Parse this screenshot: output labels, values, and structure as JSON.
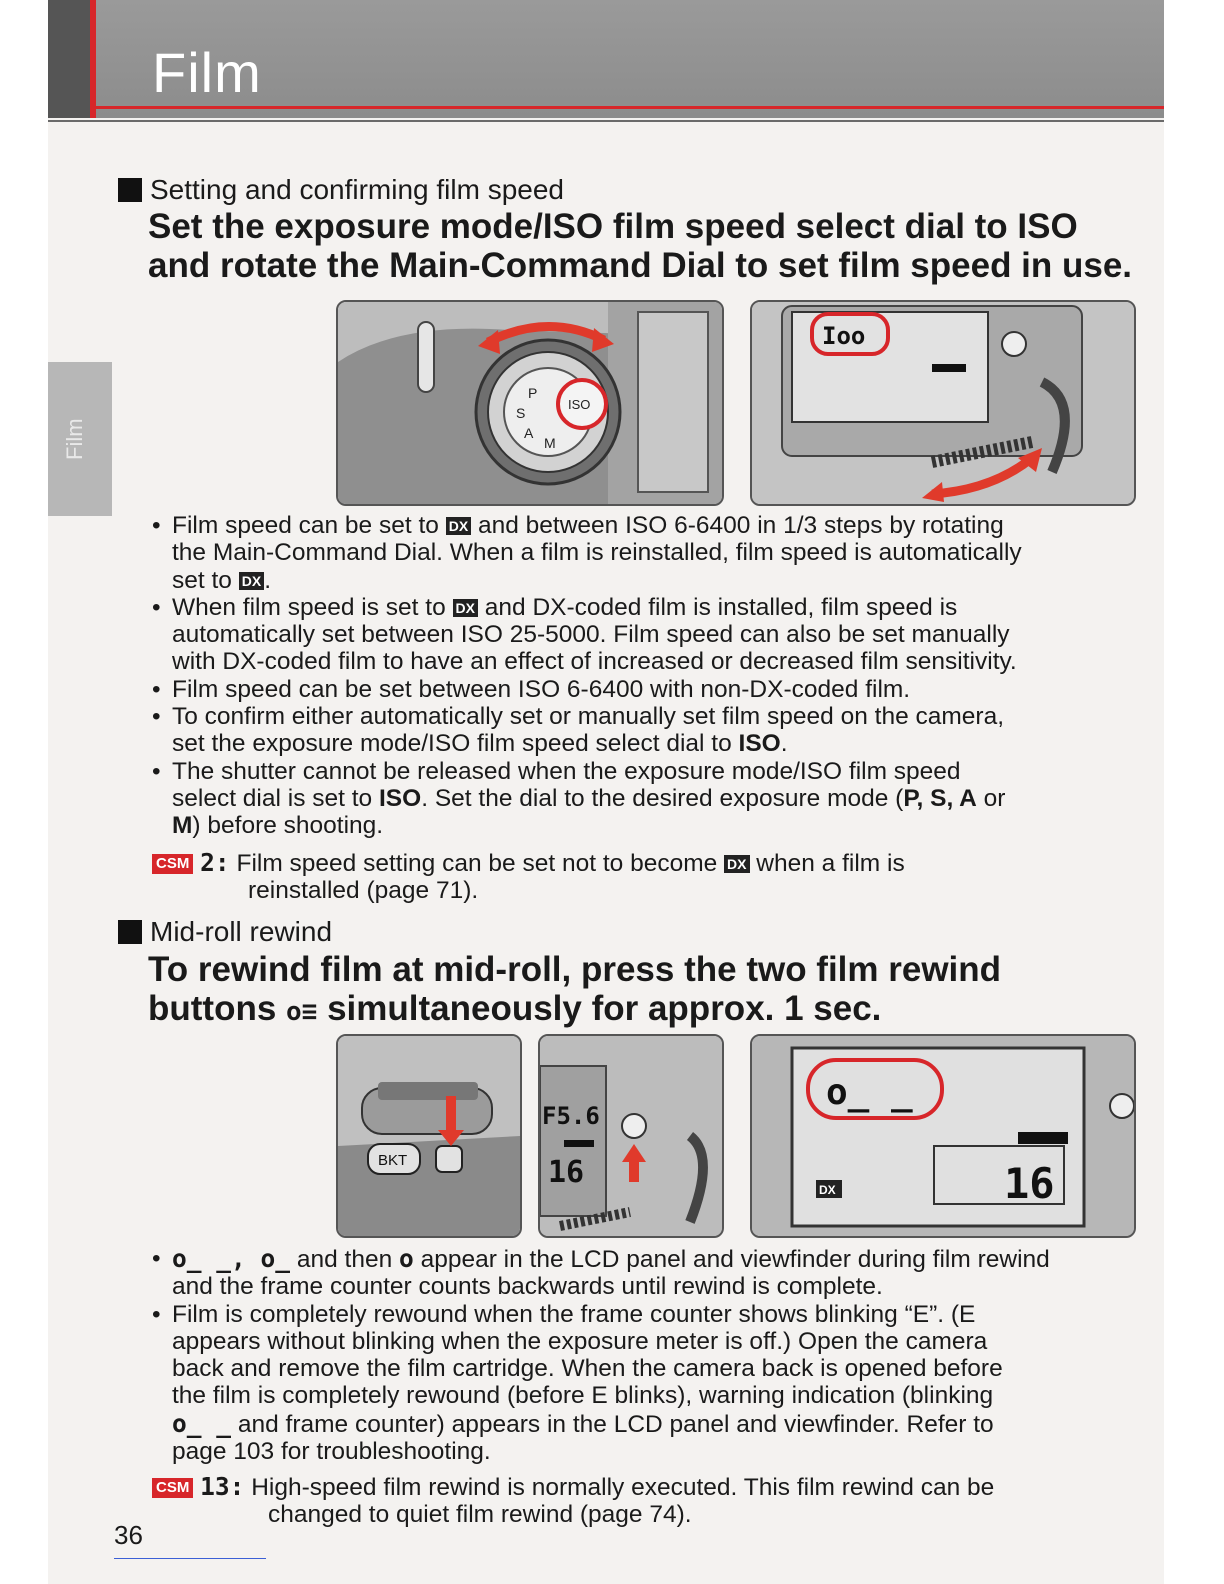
{
  "header": {
    "title": "Film"
  },
  "side_tab": {
    "label": "Film"
  },
  "section1": {
    "label": "Setting and confirming film speed",
    "heading_line1": "Set the exposure mode/ISO film speed select dial to ISO",
    "heading_line2": "and rotate the Main-Command Dial to set film speed in use.",
    "lcd_text": "Ioo",
    "dial_label": "ISO",
    "csm_badge": "CSM",
    "csm_number": "2:",
    "csm_text_before": "Film speed setting can be set not to become ",
    "csm_text_after": " when a film is",
    "csm_text_line2": "reinstalled (page 71)."
  },
  "section1_bullets": {
    "b1_a": "Film speed can be set to ",
    "b1_b": " and between ISO 6-6400 in 1/3 steps by rotating",
    "b1_c": "the Main-Command Dial. When a film is reinstalled, film speed is automatically",
    "b1_d": "set to ",
    "b1_e": ".",
    "b2_a": "When film speed is set to ",
    "b2_b": " and DX-coded film is installed, film speed is",
    "b2_c": "automatically set between ISO 25-5000. Film speed can also be set manually",
    "b2_d": "with DX-coded film to have an effect of increased or decreased film sensitivity.",
    "b3": "Film speed can be set between ISO 6-6400 with non-DX-coded film.",
    "b4_a": "To confirm either automatically set or manually set film speed on the camera,",
    "b4_b": "set the exposure mode/ISO film speed select dial to ",
    "b4_iso": "ISO",
    "b4_c": ".",
    "b5_a": "The shutter cannot be released when the exposure mode/ISO film speed",
    "b5_b": "select dial is set to ",
    "b5_iso": "ISO",
    "b5_c": ". Set the dial to the desired exposure mode (",
    "b5_modes": "P, S, A",
    "b5_or": " or",
    "b5_m": "M",
    "b5_d": ") before shooting."
  },
  "dx_symbol": "DX",
  "section2": {
    "label": "Mid-roll rewind",
    "heading_line1": "To rewind film at mid-roll, press the two film rewind",
    "heading_line2_a": "buttons ",
    "heading_icon": "o≡",
    "heading_line2_b": " simultaneously for approx. 1 sec.",
    "button_bkt": "BKT",
    "vf_aperture": "F5.6",
    "vf_counter": "16",
    "lcd_rewind": "o_ _",
    "lcd_counter": "16",
    "lcd_dx": "DX",
    "csm_badge": "CSM",
    "csm_number": "13:",
    "csm_text_line1": "High-speed film rewind is normally executed. This film rewind can be",
    "csm_text_line2": "changed to quiet film rewind (page 74)."
  },
  "section2_bullets": {
    "b1_a_sym": "o_ _, o_",
    "b1_a": " and then ",
    "b1_sym2": "o",
    "b1_b": " appear in the LCD panel and viewfinder during film rewind",
    "b1_c": "and the frame counter counts backwards until rewind is complete.",
    "b2_a": "Film is completely rewound when the frame counter shows blinking “E”. (E",
    "b2_b": "appears without blinking when the exposure meter is off.) Open the camera",
    "b2_c": "back and remove the film cartridge. When the camera back is opened before",
    "b2_d": "the film is completely rewound (before E blinks), warning indication (blinking",
    "b2_e_sym": "o_ _",
    "b2_e": " and frame counter) appears in the LCD panel and viewfinder. Refer to",
    "b2_f": "page 103 for troubleshooting."
  },
  "footer": {
    "page_number": "36"
  }
}
